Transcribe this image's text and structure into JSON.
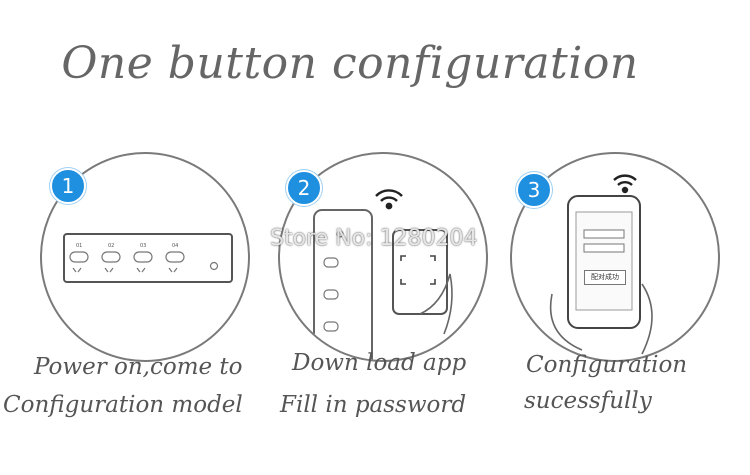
{
  "title": "One button configuration",
  "watermark": "Store No: 1280204",
  "steps": [
    {
      "number": "1",
      "caption_line1": "Power on,come to",
      "caption_line2": "Configuration model"
    },
    {
      "number": "2",
      "caption_line1": "Down load app",
      "caption_line2": "Fill in password"
    },
    {
      "number": "3",
      "caption_line1": "Configuration",
      "caption_line2": "sucessfully",
      "phone_button": "配对成功"
    }
  ],
  "colors": {
    "badge": "#1f8fe0",
    "outline": "#7a7a7a",
    "text": "#555555"
  }
}
